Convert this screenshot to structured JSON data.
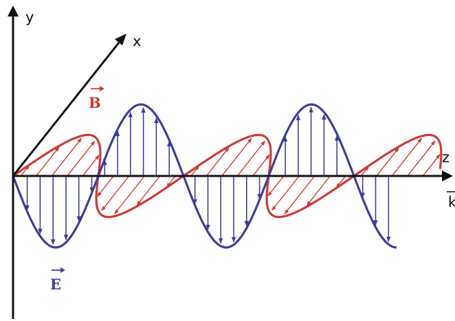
{
  "axes": {
    "y_label": "y",
    "x_label": "x",
    "z_label": "z",
    "k_label": "k"
  },
  "fields": {
    "E": {
      "label": "E",
      "color": "#3f3d99"
    },
    "B": {
      "label": "B",
      "color": "#cf3a36"
    }
  },
  "axis_color": "#111111"
}
